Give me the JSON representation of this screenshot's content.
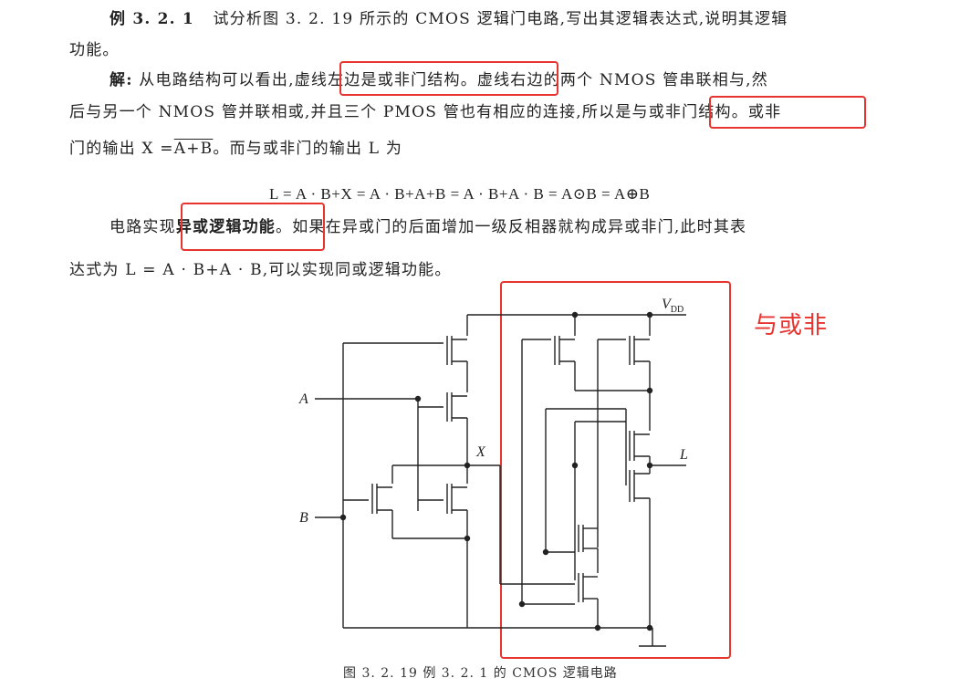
{
  "text": {
    "line1_label": "例 3. 2. 1",
    "line1": "试分析图 3. 2. 19 所示的 CMOS 逻辑门电路,写出其逻辑表达式,说明其逻辑",
    "line2": "功能。",
    "line3_solve": "解:",
    "line3a": "从电路结构可以看出,",
    "line3_hl": "虚线左边是或非门结构",
    "line3b": "。虚线右边的两个 NMOS 管串联相与,然",
    "line4a": "后与另一个 NMOS 管并联相或,并且三个 PMOS 管也有相应的连接,所以",
    "line4_hl": "是与或非门结构",
    "line4b": "。或非",
    "line5a": "门的输出 X =",
    "line5_ov": "A+B",
    "line5b": "。而与或非门的输出 L 为",
    "formula_text": "L = A · B+X = A · B+A+B = A · B+A · B = A⊙B = A⊕B",
    "line7a": "电路实现",
    "line7_hl": "异或逻辑功能",
    "line7b": "。如果在异或门的后面增加一级反相器就构成异或非门,此时其表",
    "line8a": "达式为",
    "line8_math": "L = A · B+A · B",
    "line8b": ",可以实现同或逻辑功能。"
  },
  "annotation": {
    "note": "与或非",
    "color": "#e8342f"
  },
  "circuit": {
    "input_a": "A",
    "input_b": "B",
    "node_x": "X",
    "output_l": "L",
    "vdd": "V",
    "vdd_sub": "DD"
  },
  "caption": "图 3. 2. 19   例 3. 2. 1 的 CMOS 逻辑电路"
}
